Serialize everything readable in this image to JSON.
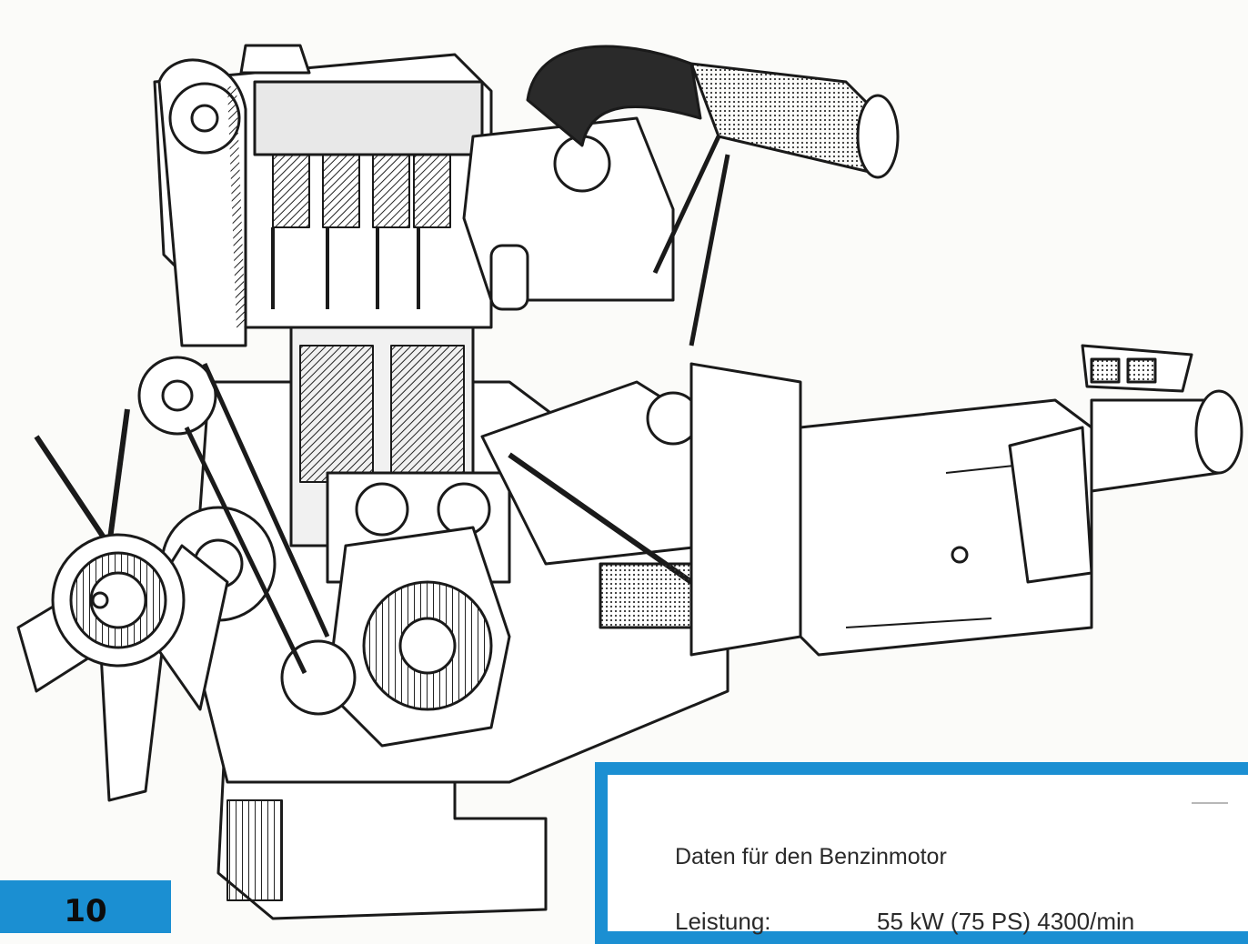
{
  "page": {
    "number": "10"
  },
  "data_box": {
    "heading": "Daten für den Benzinmotor",
    "rows": [
      {
        "label": "Leistung:",
        "value": "55  kW (75 PS) 4300/min"
      }
    ]
  },
  "colors": {
    "accent_blue": "#1b8fd2",
    "line": "#1a1a1a",
    "paper": "#fbfbf9"
  }
}
